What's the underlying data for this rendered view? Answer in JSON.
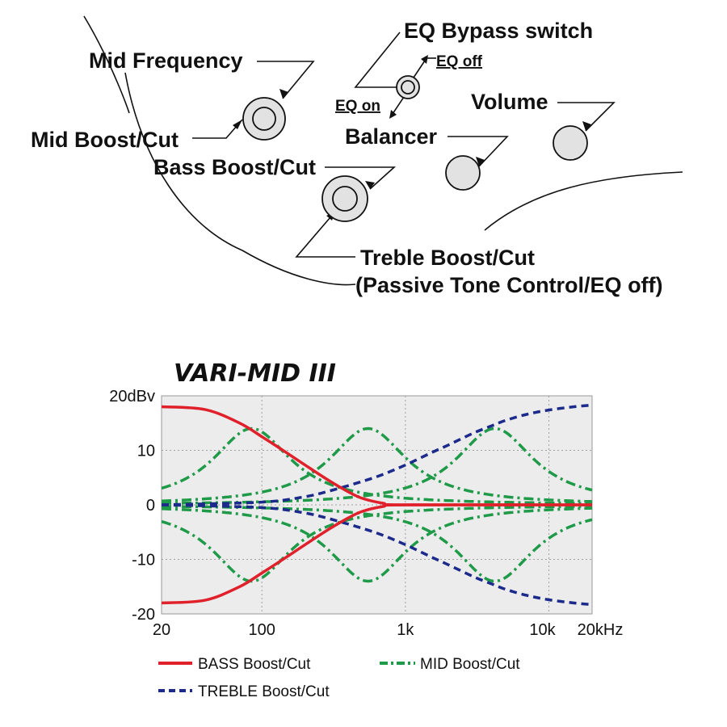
{
  "diagram": {
    "labels": {
      "eq_bypass_switch": "EQ Bypass switch",
      "eq_off": "EQ off",
      "eq_on": "EQ on",
      "mid_frequency": "Mid Frequency",
      "mid_boost_cut": "Mid Boost/Cut",
      "bass_boost_cut": "Bass Boost/Cut",
      "balancer": "Balancer",
      "volume": "Volume",
      "treble_boost_cut": "Treble Boost/Cut",
      "treble_note": "(Passive Tone Control/EQ off)"
    }
  },
  "chart_data": {
    "type": "line",
    "title": "VARI-MID III",
    "x_scale": "log",
    "xlim": [
      20,
      20000
    ],
    "ylim": [
      -20,
      20
    ],
    "x_ticks": [
      {
        "value": 20,
        "label": "20"
      },
      {
        "value": 100,
        "label": "100"
      },
      {
        "value": 1000,
        "label": "1k"
      },
      {
        "value": 10000,
        "label": "10k"
      },
      {
        "value": 20000,
        "label": "20kHz"
      }
    ],
    "y_ticks": [
      {
        "value": 20,
        "label": "20dBv"
      },
      {
        "value": 10,
        "label": "10"
      },
      {
        "value": 0,
        "label": "0"
      },
      {
        "value": -10,
        "label": "-10"
      },
      {
        "value": -20,
        "label": "-20"
      }
    ],
    "grid": true,
    "legend_position": "bottom",
    "series": [
      {
        "name": "BASS Boost/Cut",
        "color": "#e0202a",
        "style": "solid",
        "curves": [
          {
            "x": [
              20,
              40,
              70,
              100,
              150,
              200,
              300,
              400,
              500,
              700,
              1000,
              20000
            ],
            "y": [
              18,
              17.5,
              15,
              12.5,
              9.5,
              7.3,
              4.3,
              2.4,
              1.2,
              0.3,
              0,
              0
            ]
          },
          {
            "x": [
              20,
              40,
              70,
              100,
              150,
              200,
              300,
              400,
              500,
              700,
              1000,
              20000
            ],
            "y": [
              -18,
              -17.5,
              -15,
              -12.5,
              -9.5,
              -7.3,
              -4.3,
              -2.4,
              -1.2,
              -0.3,
              0,
              0
            ]
          }
        ]
      },
      {
        "name": "TREBLE Boost/Cut",
        "color": "#1c2a8c",
        "style": "dashed",
        "curves": [
          {
            "x": [
              20,
              100,
              200,
              300,
              500,
              700,
              1000,
              1500,
              2000,
              3000,
              4000,
              5000,
              7000,
              10000,
              15000,
              20000
            ],
            "y": [
              0,
              0.5,
              1.5,
              2.6,
              4.3,
              5.6,
              7.3,
              9.5,
              11,
              13.2,
              14.5,
              15.5,
              16.6,
              17.4,
              18,
              18.3
            ]
          },
          {
            "x": [
              20,
              100,
              200,
              300,
              500,
              700,
              1000,
              1500,
              2000,
              3000,
              4000,
              5000,
              7000,
              10000,
              15000,
              20000
            ],
            "y": [
              0,
              -0.5,
              -1.5,
              -2.6,
              -4.3,
              -5.6,
              -7.3,
              -9.5,
              -11,
              -13.2,
              -14.5,
              -15.5,
              -16.6,
              -17.4,
              -18,
              -18.3
            ]
          }
        ]
      },
      {
        "name": "MID Boost/Cut",
        "color": "#1f9a48",
        "style": "dashdot",
        "peaks": [
          {
            "center": 85,
            "gain": 14
          },
          {
            "center": 85,
            "gain": -14
          },
          {
            "center": 550,
            "gain": 14
          },
          {
            "center": 550,
            "gain": -14
          },
          {
            "center": 4200,
            "gain": 14
          },
          {
            "center": 4200,
            "gain": -14
          }
        ]
      }
    ]
  }
}
